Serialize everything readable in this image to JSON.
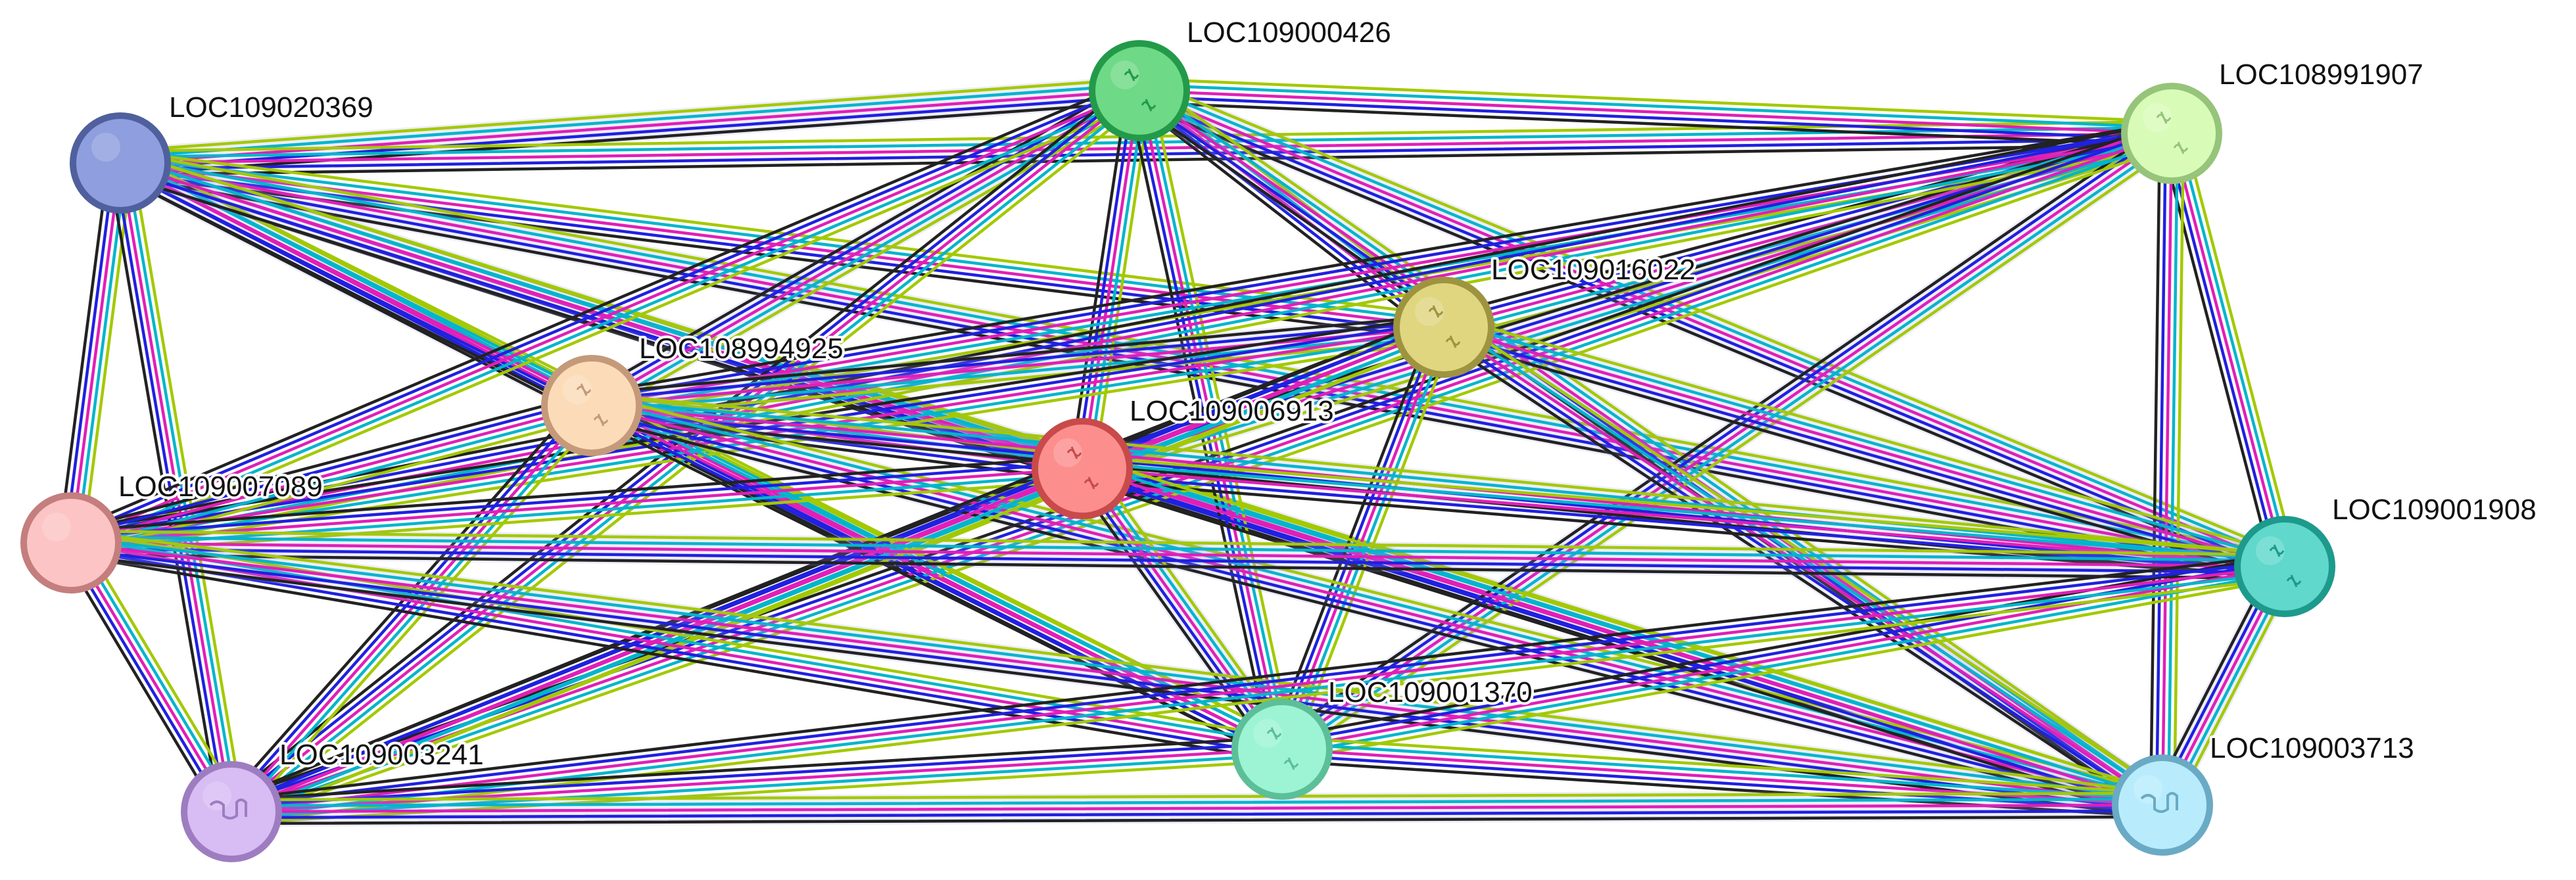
{
  "network": {
    "edge_colors": [
      "#a3c900",
      "#00b5cc",
      "#e01fb7",
      "#2020e0",
      "#222222"
    ],
    "faint_edge_color": "#9999ee",
    "nodes": [
      {
        "id": "LOC109020369",
        "label": "LOC109020369",
        "fill": "#8e9ede",
        "stroke": "#50609e",
        "inner": "none"
      },
      {
        "id": "LOC109000426",
        "label": "LOC109000426",
        "fill": "#6ed986",
        "stroke": "#239a49",
        "inner": "protein"
      },
      {
        "id": "LOC108991907",
        "label": "LOC108991907",
        "fill": "#d8fcb8",
        "stroke": "#96c47a",
        "inner": "protein"
      },
      {
        "id": "LOC109016022",
        "label": "LOC109016022",
        "fill": "#e0d680",
        "stroke": "#9e9440",
        "inner": "protein"
      },
      {
        "id": "LOC108994925",
        "label": "LOC108994925",
        "fill": "#fcdcb8",
        "stroke": "#c49a7a",
        "inner": "protein"
      },
      {
        "id": "LOC109006913",
        "label": "LOC109006913",
        "fill": "#fc8e8e",
        "stroke": "#c84a4a",
        "inner": "protein"
      },
      {
        "id": "LOC109007089",
        "label": "LOC109007089",
        "fill": "#fcc4c4",
        "stroke": "#c47e7e",
        "inner": "none"
      },
      {
        "id": "LOC109001908",
        "label": "LOC109001908",
        "fill": "#60d8cc",
        "stroke": "#1d9a8c",
        "inner": "protein"
      },
      {
        "id": "LOC109001370",
        "label": "LOC109001370",
        "fill": "#9cf4d4",
        "stroke": "#5cbf98",
        "inner": "protein"
      },
      {
        "id": "LOC109003241",
        "label": "LOC109003241",
        "fill": "#d8bcf4",
        "stroke": "#9d7dc0",
        "inner": "structure"
      },
      {
        "id": "LOC109003713",
        "label": "LOC109003713",
        "fill": "#b8ecfc",
        "stroke": "#6aaac4",
        "inner": "structure"
      }
    ],
    "edges": [
      [
        "LOC109020369",
        "LOC109000426"
      ],
      [
        "LOC109020369",
        "LOC108991907"
      ],
      [
        "LOC109020369",
        "LOC109016022"
      ],
      [
        "LOC109020369",
        "LOC108994925"
      ],
      [
        "LOC109020369",
        "LOC109006913"
      ],
      [
        "LOC109020369",
        "LOC109007089"
      ],
      [
        "LOC109020369",
        "LOC109001908"
      ],
      [
        "LOC109020369",
        "LOC109001370"
      ],
      [
        "LOC109020369",
        "LOC109003241"
      ],
      [
        "LOC109020369",
        "LOC109003713"
      ],
      [
        "LOC109000426",
        "LOC108991907"
      ],
      [
        "LOC109000426",
        "LOC109016022"
      ],
      [
        "LOC109000426",
        "LOC108994925"
      ],
      [
        "LOC109000426",
        "LOC109006913"
      ],
      [
        "LOC109000426",
        "LOC109007089"
      ],
      [
        "LOC109000426",
        "LOC109001908"
      ],
      [
        "LOC109000426",
        "LOC109001370"
      ],
      [
        "LOC109000426",
        "LOC109003241"
      ],
      [
        "LOC109000426",
        "LOC109003713"
      ],
      [
        "LOC108991907",
        "LOC109016022"
      ],
      [
        "LOC108991907",
        "LOC108994925"
      ],
      [
        "LOC108991907",
        "LOC109006913"
      ],
      [
        "LOC108991907",
        "LOC109007089"
      ],
      [
        "LOC108991907",
        "LOC109001908"
      ],
      [
        "LOC108991907",
        "LOC109001370"
      ],
      [
        "LOC108991907",
        "LOC109003241"
      ],
      [
        "LOC108991907",
        "LOC109003713"
      ],
      [
        "LOC109016022",
        "LOC108994925"
      ],
      [
        "LOC109016022",
        "LOC109006913"
      ],
      [
        "LOC109016022",
        "LOC109007089"
      ],
      [
        "LOC109016022",
        "LOC109001908"
      ],
      [
        "LOC109016022",
        "LOC109001370"
      ],
      [
        "LOC109016022",
        "LOC109003241"
      ],
      [
        "LOC109016022",
        "LOC109003713"
      ],
      [
        "LOC108994925",
        "LOC109006913"
      ],
      [
        "LOC108994925",
        "LOC109007089"
      ],
      [
        "LOC108994925",
        "LOC109001908"
      ],
      [
        "LOC108994925",
        "LOC109001370"
      ],
      [
        "LOC108994925",
        "LOC109003241"
      ],
      [
        "LOC108994925",
        "LOC109003713"
      ],
      [
        "LOC109006913",
        "LOC109007089"
      ],
      [
        "LOC109006913",
        "LOC109001908"
      ],
      [
        "LOC109006913",
        "LOC109001370"
      ],
      [
        "LOC109006913",
        "LOC109003241"
      ],
      [
        "LOC109006913",
        "LOC109003713"
      ],
      [
        "LOC109007089",
        "LOC109001908"
      ],
      [
        "LOC109007089",
        "LOC109001370"
      ],
      [
        "LOC109007089",
        "LOC109003241"
      ],
      [
        "LOC109007089",
        "LOC109003713"
      ],
      [
        "LOC109001908",
        "LOC109001370"
      ],
      [
        "LOC109001908",
        "LOC109003241"
      ],
      [
        "LOC109001908",
        "LOC109003713"
      ],
      [
        "LOC109001370",
        "LOC109003241"
      ],
      [
        "LOC109001370",
        "LOC109003713"
      ],
      [
        "LOC109003241",
        "LOC109003713"
      ]
    ]
  }
}
